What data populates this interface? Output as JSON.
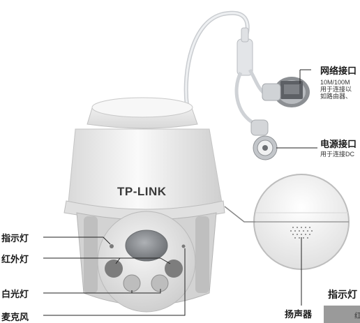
{
  "brand": "TP-LINK",
  "labels": {
    "network_port": "网络接口",
    "network_desc_1": "10M/100M",
    "network_desc_2": "用于连接以",
    "network_desc_3": "如路由器、",
    "power_port": "电源接口",
    "power_desc": "用于连接DC",
    "indicator": "指示灯",
    "infrared": "红外灯",
    "white_light": "白光灯",
    "microphone": "麦克风",
    "speaker": "扬声器",
    "indicator_table_title": "指示灯",
    "table_cell": "红"
  },
  "colors": {
    "cable": "#e4e7ea",
    "body": "#f2f2f2",
    "dome": "#dcdcdc",
    "line": "#222222"
  }
}
